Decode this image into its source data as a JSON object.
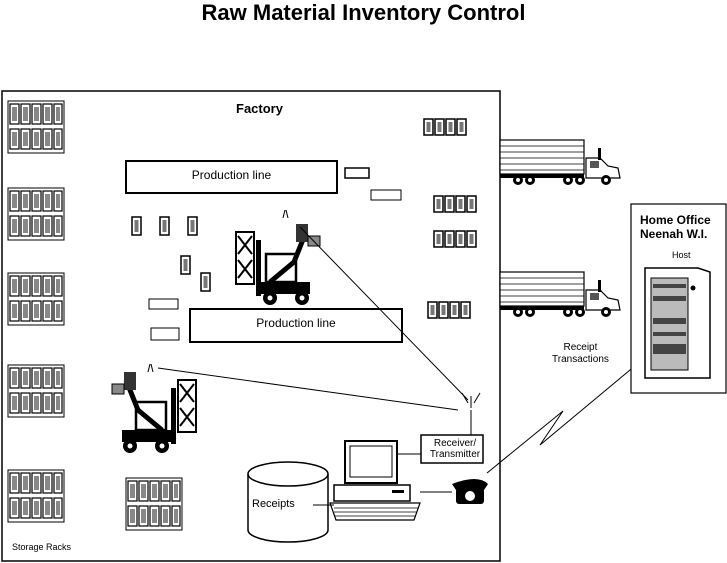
{
  "title": "Raw Material Inventory Control",
  "factory_label": "Factory",
  "production_line_1": "Production line",
  "production_line_2": "Production line",
  "receiver_transmitter": "Receiver/ Transmitter",
  "receipts": "Receipts",
  "storage_racks": "Storage Racks",
  "home_office_line1": "Home Office",
  "home_office_line2": "Neenah W.I.",
  "host": "Host",
  "receipt_transactions_line1": "Receipt",
  "receipt_transactions_line2": "Transactions"
}
